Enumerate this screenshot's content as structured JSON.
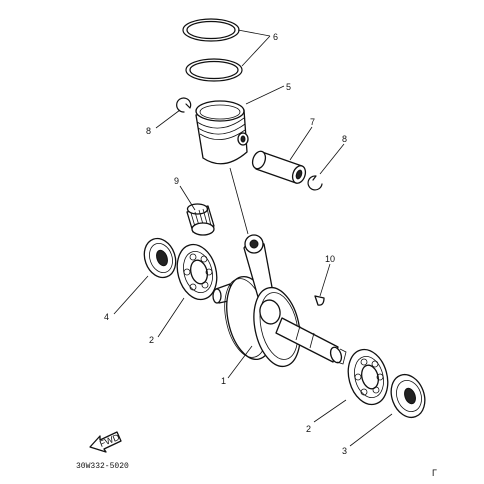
{
  "diagram": {
    "callouts": [
      {
        "id": "c6",
        "text": "6"
      },
      {
        "id": "c5",
        "text": "5"
      },
      {
        "id": "c8a",
        "text": "8"
      },
      {
        "id": "c7",
        "text": "7"
      },
      {
        "id": "c8b",
        "text": "8"
      },
      {
        "id": "c9",
        "text": "9"
      },
      {
        "id": "c10",
        "text": "10"
      },
      {
        "id": "c4",
        "text": "4"
      },
      {
        "id": "c2a",
        "text": "2"
      },
      {
        "id": "c1",
        "text": "1"
      },
      {
        "id": "c2b",
        "text": "2"
      },
      {
        "id": "c3",
        "text": "3"
      }
    ],
    "fwd_label": "FWD",
    "drawing_code": "30W332-5020",
    "corner_mark": "Γ"
  }
}
